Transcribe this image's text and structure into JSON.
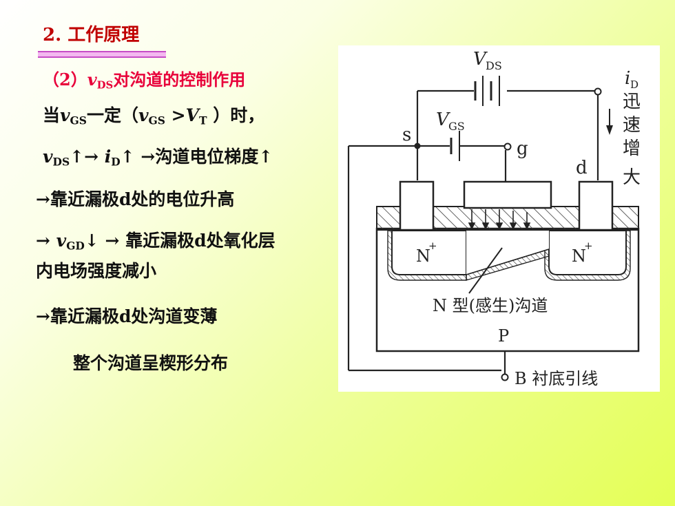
{
  "title": "2. 工作原理",
  "subtitle": {
    "prefix": "（2）",
    "var": "v",
    "var_sub": "DS",
    "text": "对沟道的控制作用"
  },
  "lines": {
    "condition": {
      "t1": "当",
      "v1": "v",
      "s1": "GS",
      "t2": "一定（",
      "v2": "v",
      "s2": "GS",
      "t3": " >",
      "v3": "V",
      "s3": "T",
      "t4": " ）时，"
    },
    "chain": {
      "v1": "v",
      "s1": "DS",
      "t1": "↑→ ",
      "v2": "i",
      "s2": "D",
      "t2": "↑ →沟道电位梯度↑"
    },
    "step1": "→靠近漏极d处的电位升高",
    "step2": {
      "t1": "→ ",
      "v1": "v",
      "s1": "GD",
      "t2": "↓ → 靠近漏极d处氧化层"
    },
    "step2b": "内电场强度减小",
    "step3": "→靠近漏极d处沟道变薄",
    "conclusion": "整个沟道呈楔形分布"
  },
  "diagram": {
    "vds_label": "V",
    "vds_sub": "DS",
    "vgs_label": "V",
    "vgs_sub": "GS",
    "id_label": "i",
    "id_sub": "D",
    "id_note": [
      "迅",
      "速",
      "增",
      "大"
    ],
    "source": "s",
    "gate": "g",
    "drain": "d",
    "n_plus": "N",
    "plus": "+",
    "channel_label": "N 型(感生)沟道",
    "substrate": "P",
    "bulk_label": "B 衬底引线"
  }
}
